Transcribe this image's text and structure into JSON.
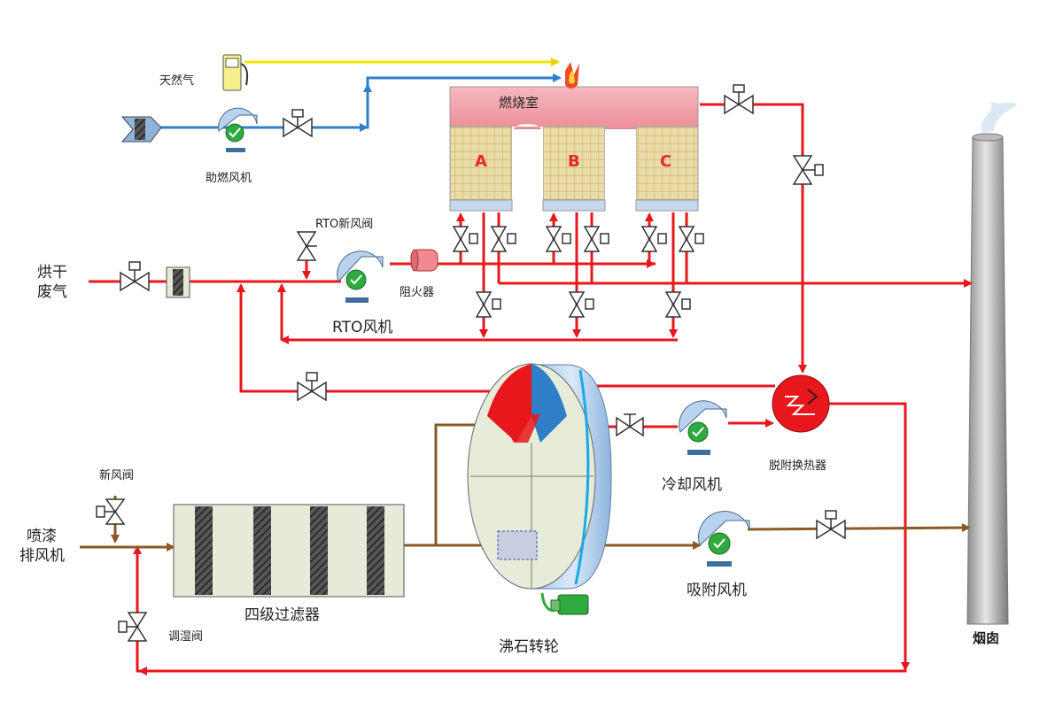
{
  "labels": {
    "natural_gas": "天然气",
    "combustion_fan": "助燃风机",
    "combustion_chamber": "燃烧室",
    "bed_a": "A",
    "bed_b": "B",
    "bed_c": "C",
    "rto_fresh_damper": "RTO新风阀",
    "drying_exhaust_l1": "烘干",
    "drying_exhaust_l2": "废气",
    "flame_arrester": "阻火器",
    "rto_fan": "RTO风机",
    "desorption_hx": "脱附换热器",
    "cooling_fan": "冷却风机",
    "fresh_damper": "新风阀",
    "spray_fan_l1": "喷漆",
    "spray_fan_l2": "排风机",
    "humidity_damper": "调湿阀",
    "four_stage_filter": "四级过滤器",
    "zeolite_rotor": "沸石转轮",
    "adsorption_fan": "吸附风机",
    "chimney": "烟囱"
  },
  "colors": {
    "hot_gas_line": "#e8171c",
    "air_line": "#2f7fc8",
    "gas_line": "#f2e600",
    "process_line": "#8a5a26",
    "chamber": "#f2a6ae",
    "bed": "#e8d9a8",
    "rotor": "#e6ecd8",
    "heat_exchanger": "#e8171c"
  }
}
